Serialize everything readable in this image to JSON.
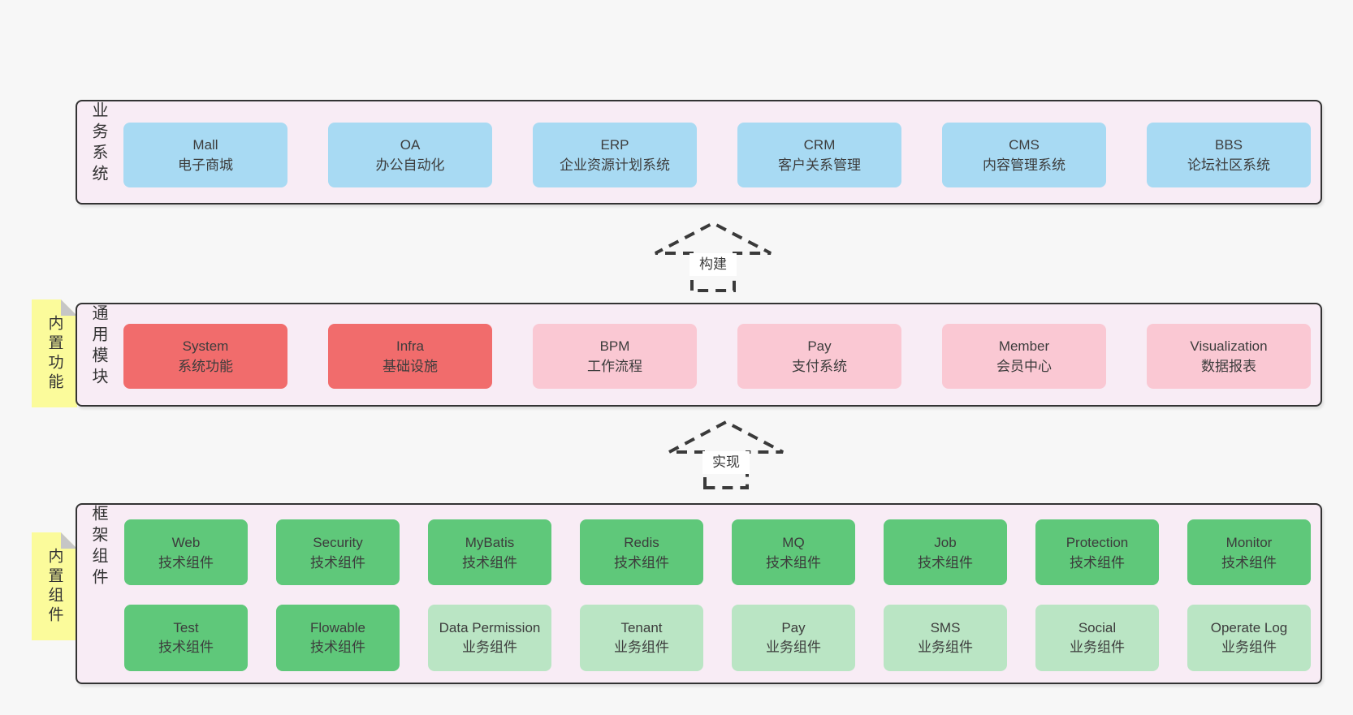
{
  "colors": {
    "background": "#f7f7f7",
    "layer_fill": "#f8ecf5",
    "layer_border": "#333333",
    "blue_box": "#a8daf3",
    "red_box": "#f16c6c",
    "pink_box": "#fac8d3",
    "green_box": "#5fc87a",
    "lightgreen_box": "#bae5c4",
    "note_fill": "#fbfb9b",
    "note_fold": "#c6c6c6",
    "text": "#3c3c3c"
  },
  "layers": [
    {
      "label": "业务系统",
      "boxes": [
        {
          "en": "Mall",
          "zh": "电子商城",
          "variant": "blue"
        },
        {
          "en": "OA",
          "zh": "办公自动化",
          "variant": "blue"
        },
        {
          "en": "ERP",
          "zh": "企业资源计划系统",
          "variant": "blue"
        },
        {
          "en": "CRM",
          "zh": "客户关系管理",
          "variant": "blue"
        },
        {
          "en": "CMS",
          "zh": "内容管理系统",
          "variant": "blue"
        },
        {
          "en": "BBS",
          "zh": "论坛社区系统",
          "variant": "blue"
        }
      ]
    },
    {
      "label": "通用模块",
      "note": "内置功能",
      "boxes": [
        {
          "en": "System",
          "zh": "系统功能",
          "variant": "red"
        },
        {
          "en": "Infra",
          "zh": "基础设施",
          "variant": "red"
        },
        {
          "en": "BPM",
          "zh": "工作流程",
          "variant": "pink"
        },
        {
          "en": "Pay",
          "zh": "支付系统",
          "variant": "pink"
        },
        {
          "en": "Member",
          "zh": "会员中心",
          "variant": "pink"
        },
        {
          "en": "Visualization",
          "zh": "数据报表",
          "variant": "pink"
        }
      ]
    },
    {
      "label": "框架组件",
      "note": "内置组件",
      "rows": {
        "tech": [
          {
            "en": "Web",
            "zh": "技术组件",
            "variant": "green"
          },
          {
            "en": "Security",
            "zh": "技术组件",
            "variant": "green"
          },
          {
            "en": "MyBatis",
            "zh": "技术组件",
            "variant": "green"
          },
          {
            "en": "Redis",
            "zh": "技术组件",
            "variant": "green"
          },
          {
            "en": "MQ",
            "zh": "技术组件",
            "variant": "green"
          },
          {
            "en": "Job",
            "zh": "技术组件",
            "variant": "green"
          },
          {
            "en": "Protection",
            "zh": "技术组件",
            "variant": "green"
          },
          {
            "en": "Monitor",
            "zh": "技术组件",
            "variant": "green"
          }
        ],
        "biz": [
          {
            "en": "Test",
            "zh": "技术组件",
            "variant": "green"
          },
          {
            "en": "Flowable",
            "zh": "技术组件",
            "variant": "green"
          },
          {
            "en": "Data Permission",
            "zh": "业务组件",
            "variant": "lightgreen"
          },
          {
            "en": "Tenant",
            "zh": "业务组件",
            "variant": "lightgreen"
          },
          {
            "en": "Pay",
            "zh": "业务组件",
            "variant": "lightgreen"
          },
          {
            "en": "SMS",
            "zh": "业务组件",
            "variant": "lightgreen"
          },
          {
            "en": "Social",
            "zh": "业务组件",
            "variant": "lightgreen"
          },
          {
            "en": "Operate Log",
            "zh": "业务组件",
            "variant": "lightgreen"
          }
        ]
      }
    }
  ],
  "arrows": [
    {
      "label": "构建"
    },
    {
      "label": "实现"
    }
  ]
}
